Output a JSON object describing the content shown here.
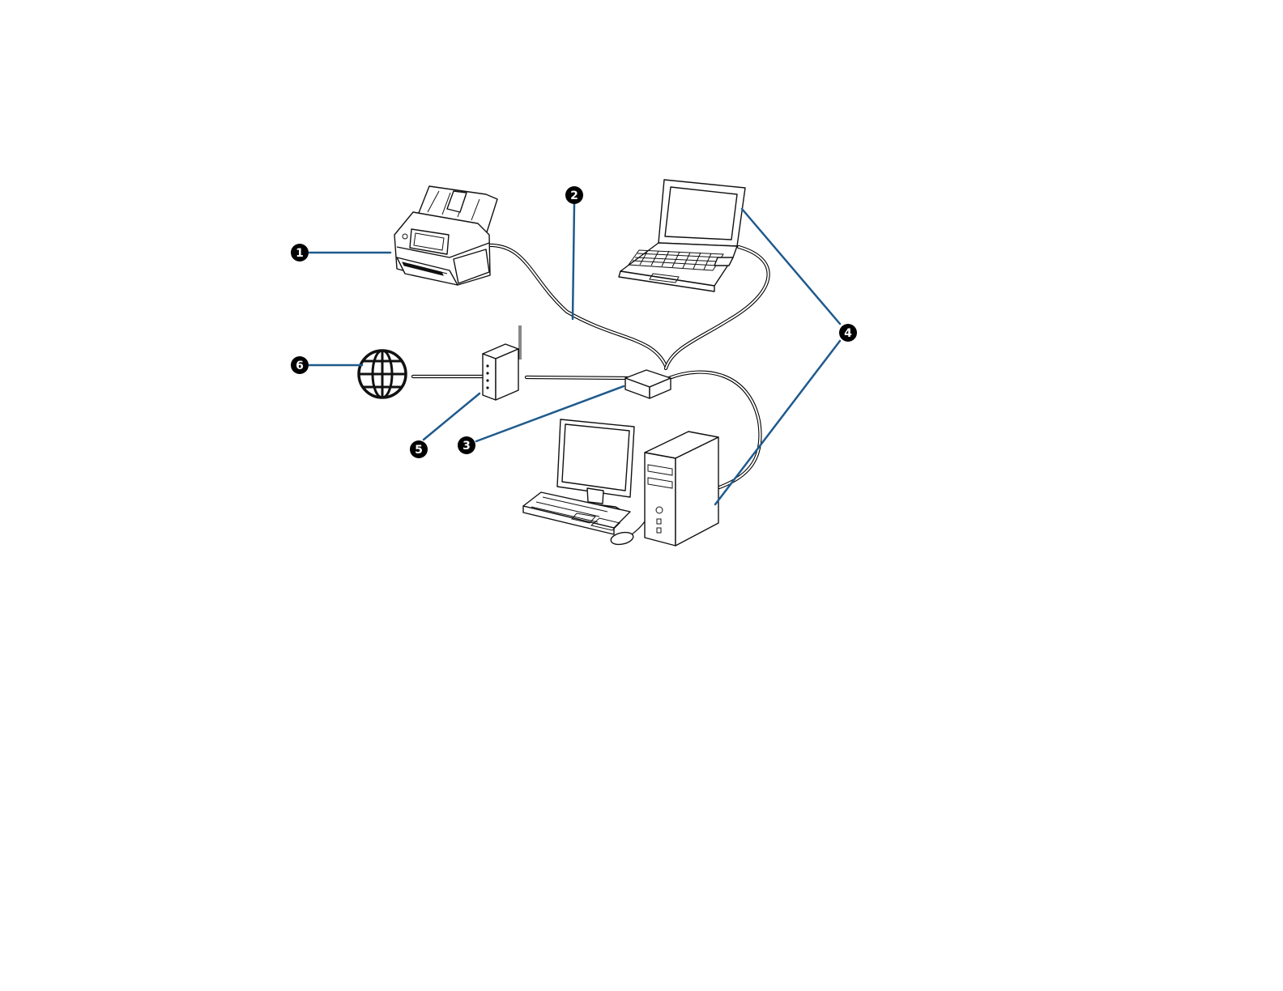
{
  "callouts": [
    {
      "id": "1",
      "text": "1"
    },
    {
      "id": "2",
      "text": "2"
    },
    {
      "id": "3",
      "text": "3"
    },
    {
      "id": "4",
      "text": "4"
    },
    {
      "id": "5",
      "text": "5"
    },
    {
      "id": "6",
      "text": "6"
    }
  ],
  "colors": {
    "leader": "#1f5a8c",
    "badge": "#000000",
    "line": "#111111"
  },
  "icons": [
    "scanner-icon",
    "laptop-icon",
    "desktop-computer-icon",
    "network-hub-icon",
    "wireless-router-icon",
    "internet-globe-icon"
  ]
}
